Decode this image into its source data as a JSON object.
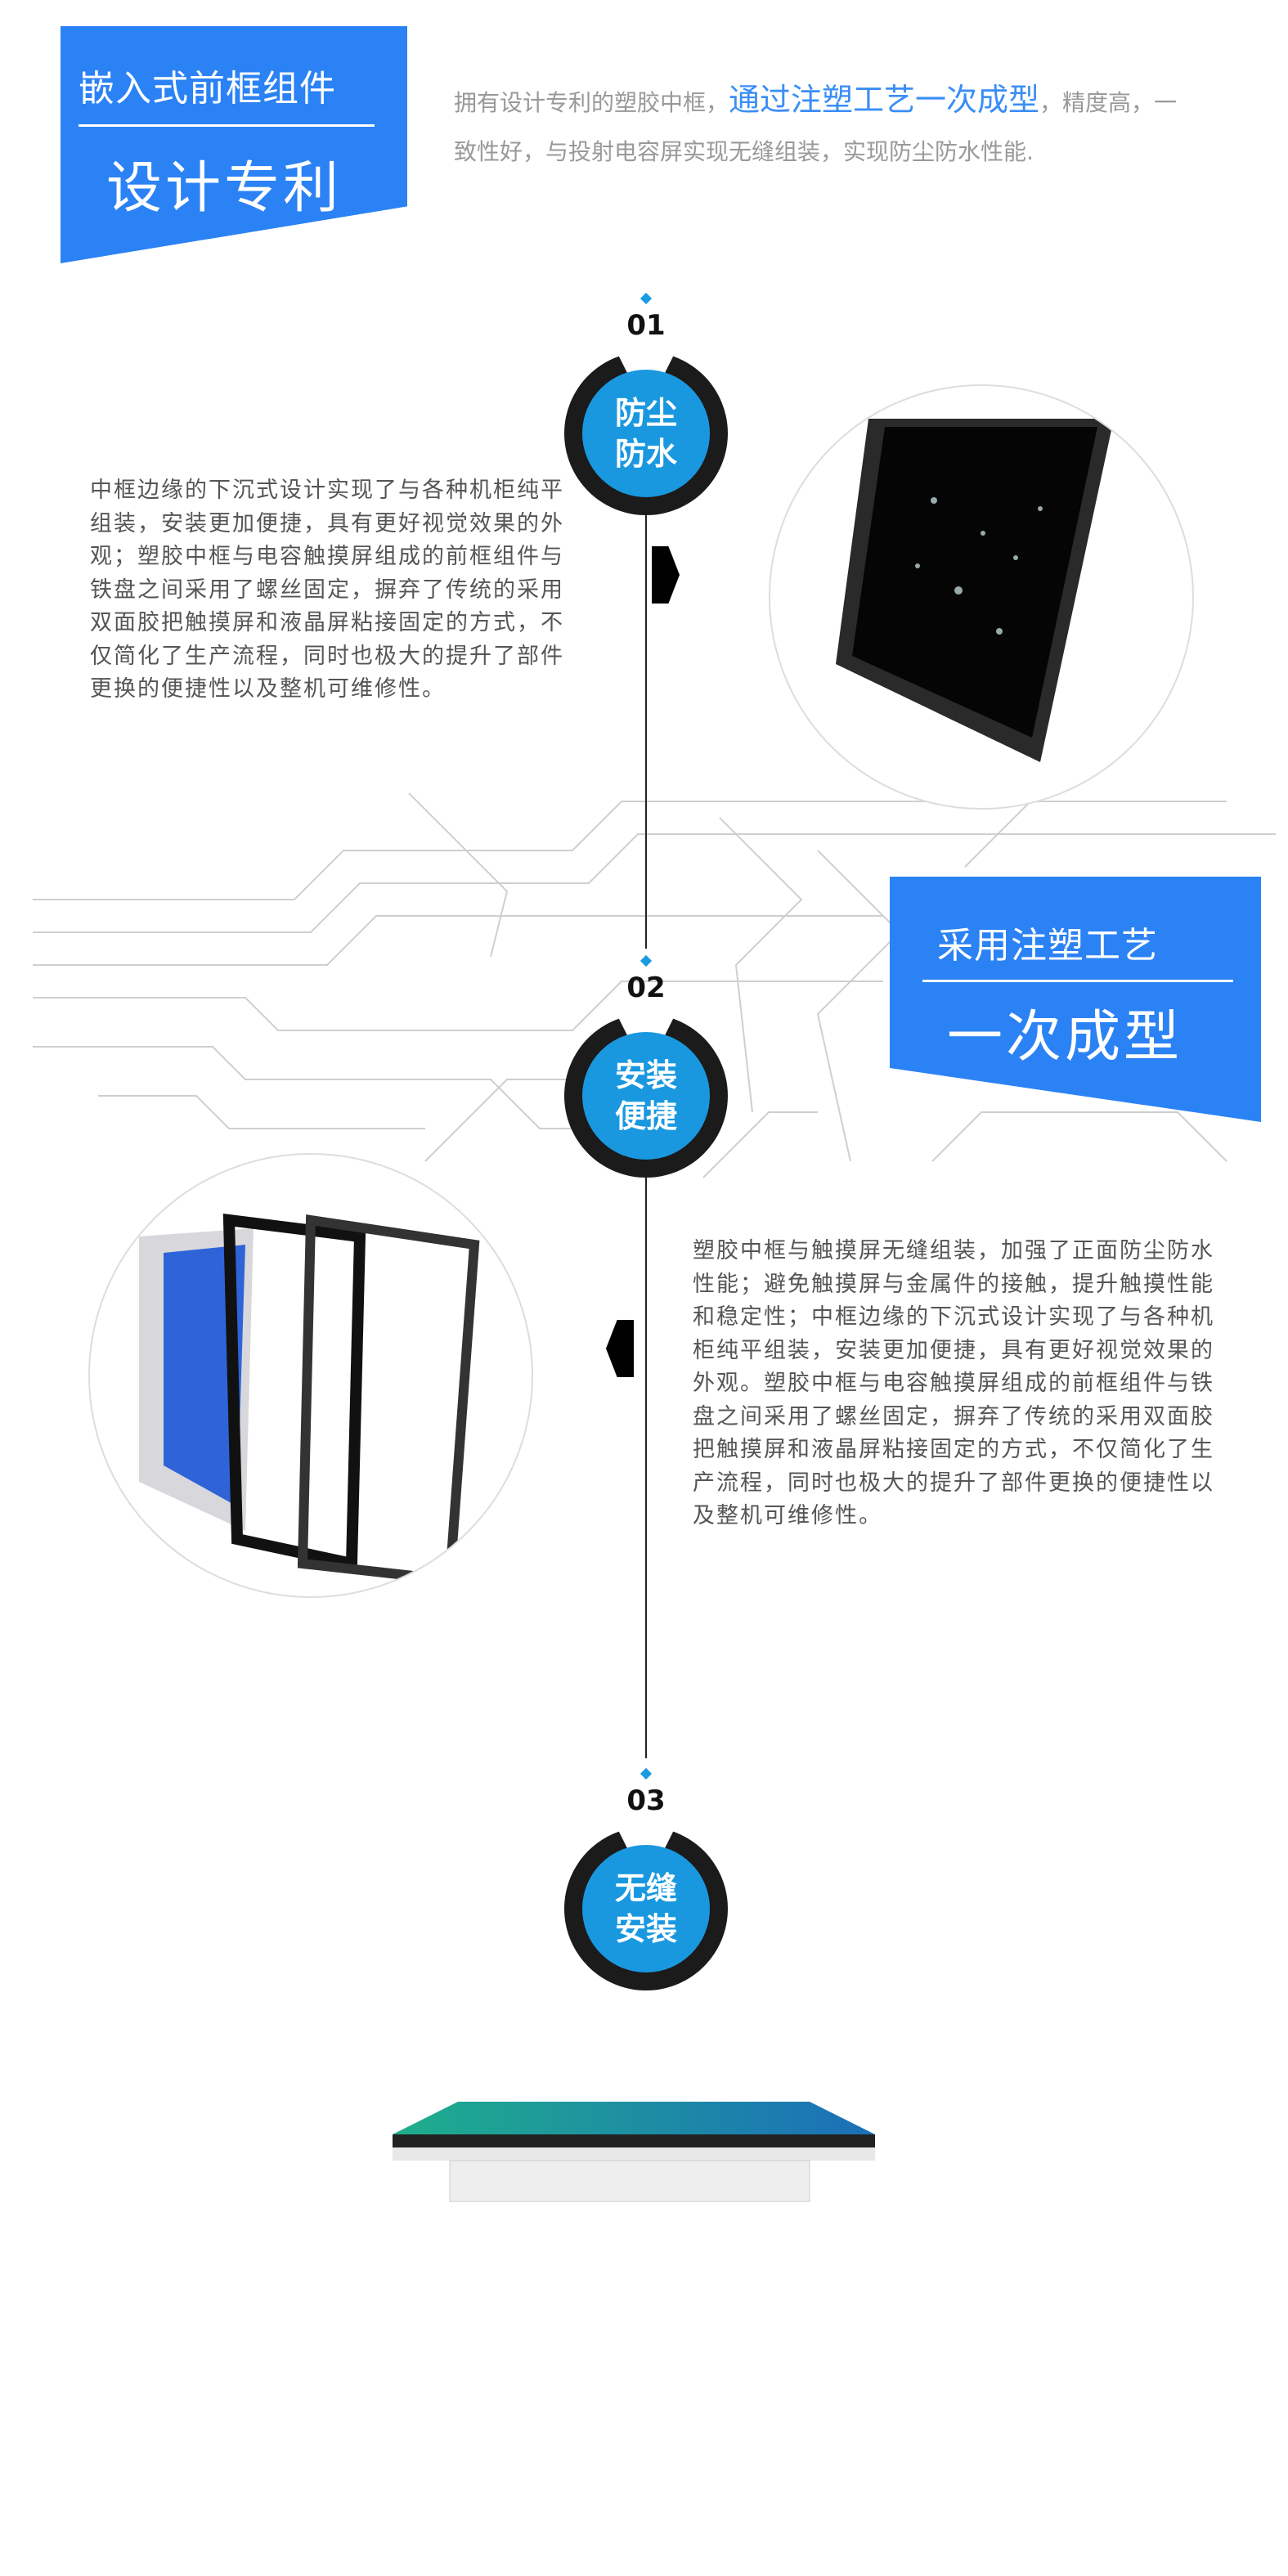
{
  "header": {
    "title_line1": "嵌入式前框组件",
    "title_line2": "设计专利",
    "intro_prefix": "拥有设计专利的塑胶中框，",
    "intro_highlight": "通过注塑工艺一次成型",
    "intro_suffix": "，精度高，一致性好，与投射电容屏实现无缝组装，实现防尘防水性能."
  },
  "section2_header": {
    "title_line1": "采用注塑工艺",
    "title_line2": "一次成型"
  },
  "features": [
    {
      "number": "01",
      "label_line1": "防尘",
      "label_line2": "防水",
      "description": "中框边缘的下沉式设计实现了与各种机柜纯平组装，安装更加便捷，具有更好视觉效果的外观；塑胶中框与电容触摸屏组成的前框组件与铁盘之间采用了螺丝固定，摒弃了传统的采用双面胶把触摸屏和液晶屏粘接固定的方式，不仅简化了生产流程，同时也极大的提升了部件更换的便捷性以及整机可维修性。"
    },
    {
      "number": "02",
      "label_line1": "安装",
      "label_line2": "便捷",
      "description": "塑胶中框与触摸屏无缝组装，加强了正面防尘防水性能；避免触摸屏与金属件的接触，提升触摸性能和稳定性；中框边缘的下沉式设计实现了与各种机柜纯平组装，安装更加便捷，具有更好视觉效果的外观。塑胶中框与电容触摸屏组成的前框组件与铁盘之间采用了螺丝固定，摒弃了传统的采用双面胶把触摸屏和液晶屏粘接固定的方式，不仅简化了生产流程，同时也极大的提升了部件更换的便捷性以及整机可维修性。"
    },
    {
      "number": "03",
      "label_line1": "无缝",
      "label_line2": "安装"
    }
  ],
  "colors": {
    "accent": "#2b82f5",
    "badge_blue": "#1998e0",
    "text_gray": "#555555"
  }
}
